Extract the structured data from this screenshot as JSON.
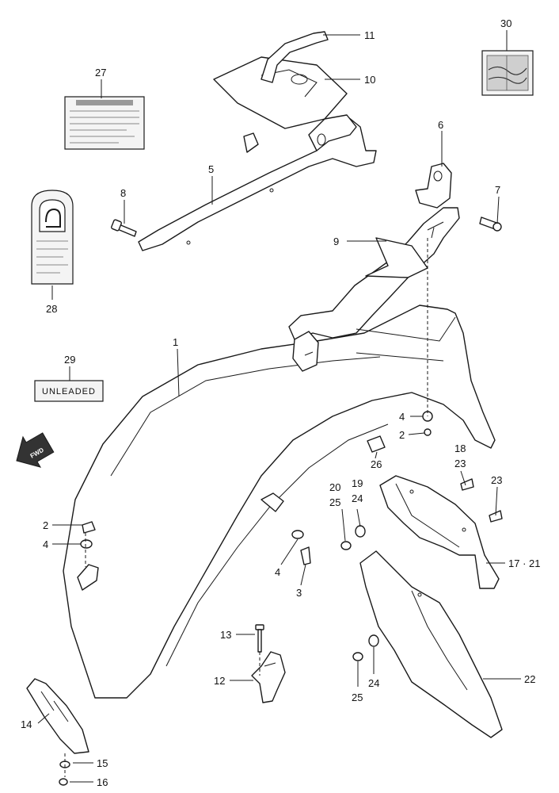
{
  "diagram": {
    "callouts": {
      "c1": "1",
      "c2a": "2",
      "c2b": "2",
      "c3": "3",
      "c4a": "4",
      "c4b": "4",
      "c4c": "4",
      "c5": "5",
      "c6": "6",
      "c7": "7",
      "c8": "8",
      "c9": "9",
      "c10": "10",
      "c11": "11",
      "c12": "12",
      "c13": "13",
      "c14": "14",
      "c15": "15",
      "c16": "16",
      "c17_21": "17 · 21",
      "c18": "18",
      "c19": "19",
      "c20": "20",
      "c22": "22",
      "c23a": "23",
      "c23b": "23",
      "c24a": "24",
      "c24b": "24",
      "c25a": "25",
      "c25b": "25",
      "c26": "26",
      "c27": "27",
      "c28": "28",
      "c29": "29",
      "c30": "30"
    },
    "sticker_unleaded": "UNLEADED",
    "direction_badge": "FWD",
    "icons": {
      "direction": "forward-arrow-icon"
    },
    "colors": {
      "line": "#1a1a1a",
      "background": "#ffffff"
    }
  }
}
